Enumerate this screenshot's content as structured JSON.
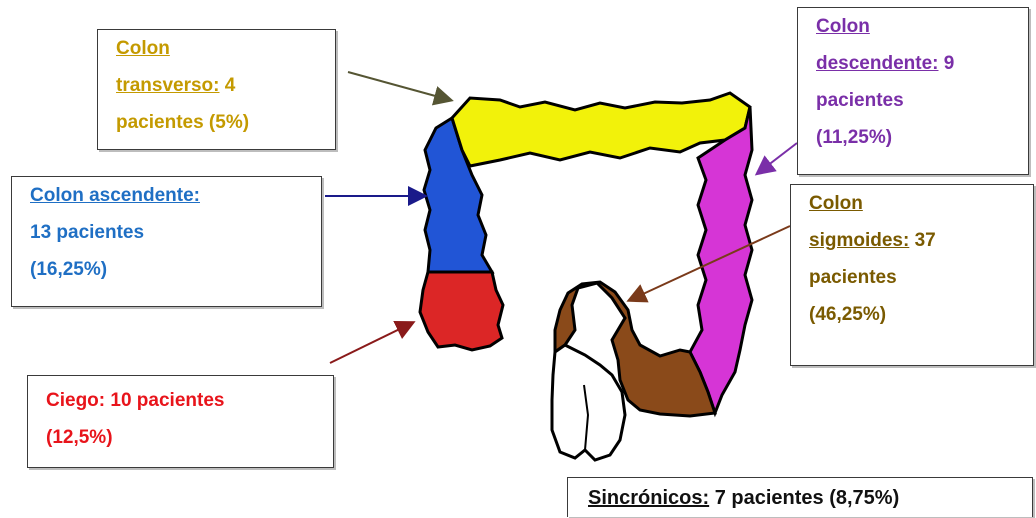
{
  "colors": {
    "transverso": "#f2f20a",
    "ascendente": "#2155d6",
    "ciego": "#dc2626",
    "descendente": "#d635d6",
    "sigmoides": "#8a4a1a",
    "recto": "#ffffff",
    "arrow_transverso": "#555533",
    "arrow_ascendente": "#1a1a8a",
    "arrow_ciego": "#8a1a1a",
    "arrow_descendente": "#7a2fa8",
    "arrow_sigmoides": "#7a3a1a"
  },
  "labels": {
    "transverso": {
      "name_line1": "Colon",
      "name_line2": "transverso:",
      "value_line2": " 4",
      "value_line3": "pacientes (5%)"
    },
    "ascendente": {
      "name": "Colon ascendente:",
      "value_line2": "13 pacientes",
      "value_line3": "(16,25%)"
    },
    "ciego": {
      "line1": "Ciego: 10 pacientes",
      "line2": "(12,5%)"
    },
    "descendente": {
      "name_line1": "Colon",
      "name_line2": "descendente:",
      "value_line2": " 9",
      "value_line3": "pacientes",
      "value_line4": "(11,25%)"
    },
    "sigmoides": {
      "name_line1": "Colon",
      "name_line2": "sigmoides:",
      "value_line2": " 37",
      "value_line3": "pacientes",
      "value_line4": "(46,25%)"
    },
    "sincronicos": {
      "name": "Sincrónicos:",
      "value": " 7 pacientes (8,75%)"
    }
  }
}
